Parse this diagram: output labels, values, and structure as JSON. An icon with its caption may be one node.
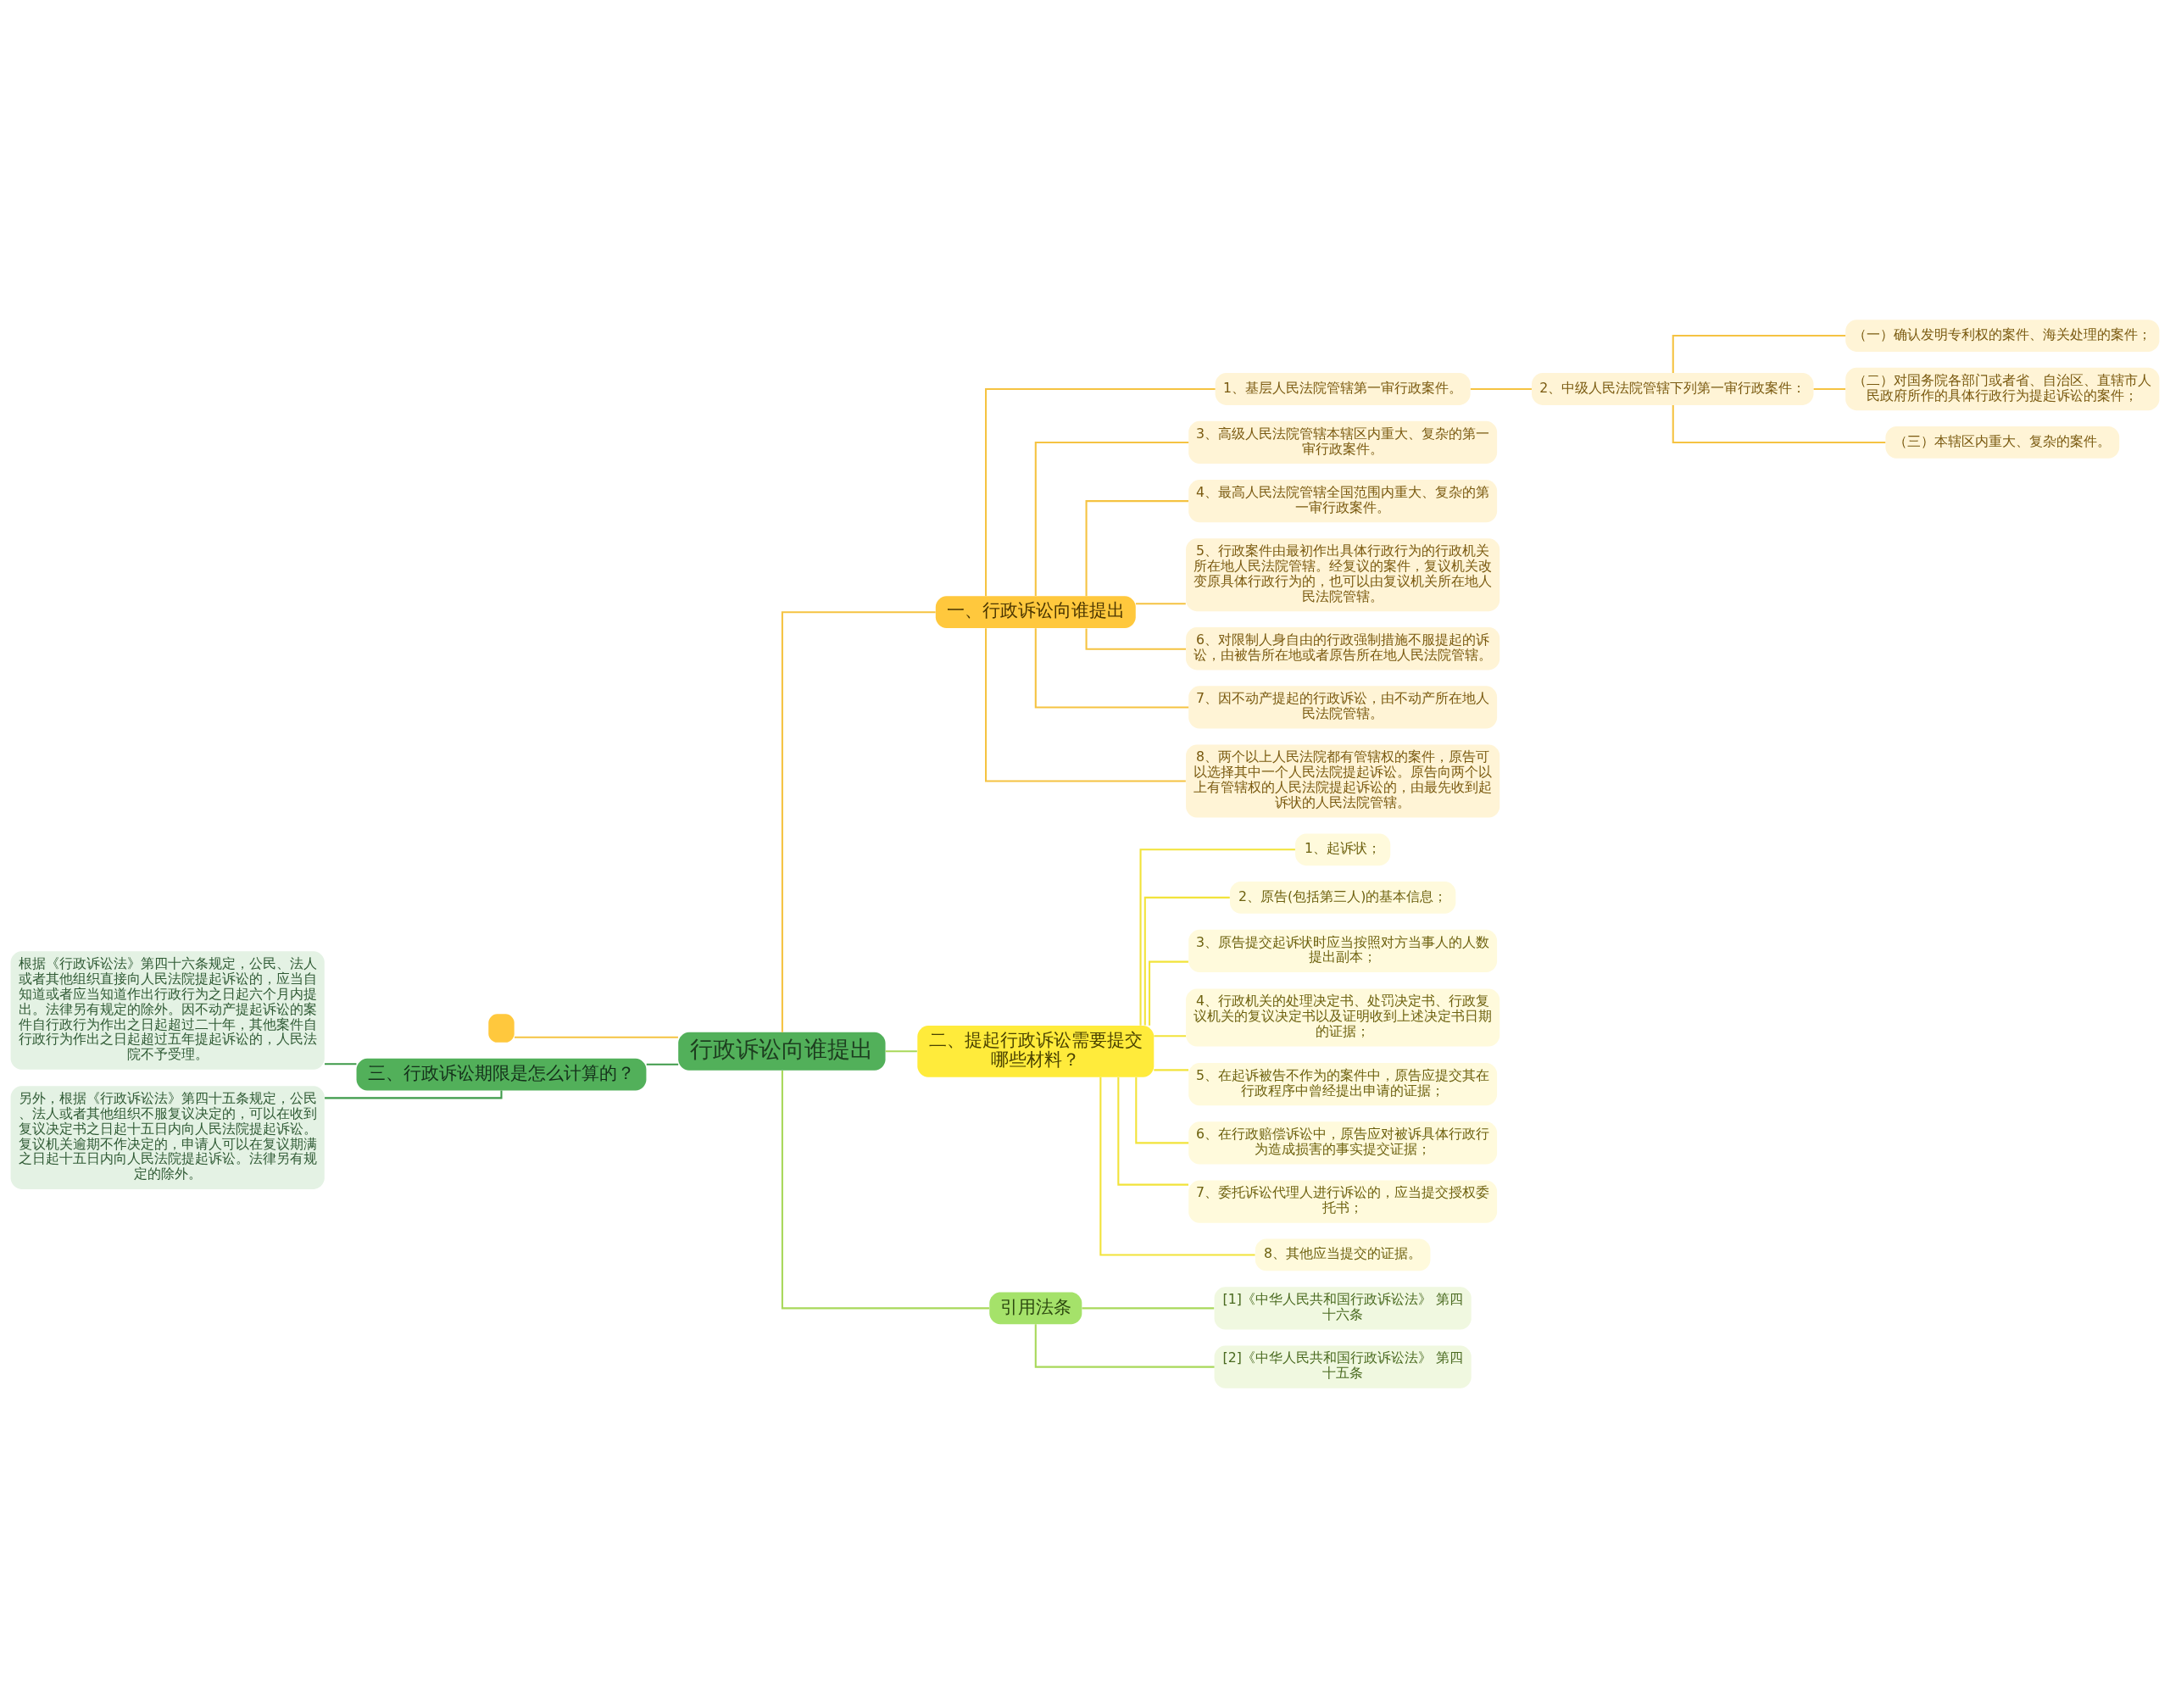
{
  "diagram": {
    "nodes": [
      {
        "text": [
          "行政诉讼向谁提出"
        ]
      },
      {
        "text": [
          "一、行政诉讼向谁提出"
        ]
      },
      {
        "text": [
          "1、基层人民法院管辖第一审行政案件。"
        ]
      },
      {
        "text": [
          "2、中级人民法院管辖下列第一审行政案件："
        ]
      },
      {
        "text": [
          "（一）确认发明专利权的案件、海关处理的案件；"
        ]
      },
      {
        "text": [
          "（二）对国务院各部门或者省、自治区、直辖市人民政府所作的具体行政行为提起诉讼的案件；"
        ]
      },
      {
        "text": [
          "（三）本辖区内重大、复杂的案件。"
        ]
      },
      {
        "text": [
          "3、高级人民法院管辖本辖区内重大、复杂的第一审行政案件。"
        ]
      },
      {
        "text": [
          "4、最高人民法院管辖全国范围内重大、复杂的第一审行政案件。"
        ]
      },
      {
        "text": [
          "5、行政案件由最初作出具体行政行为的行政机关所在地人民法院管辖。经复议的案件，复议机关改变原具体行政行为的，也可以由复议机关所在地人民法院管辖。"
        ]
      },
      {
        "text": [
          "6、对限制人身自由的行政强制措施不服提起的诉讼，由被告所在地或者原告所在地人民法院管辖。"
        ]
      },
      {
        "text": [
          "7、因不动产提起的行政诉讼，由不动产所在地人民法院管辖。"
        ]
      },
      {
        "text": [
          "8、两个以上人民法院都有管辖权的案件，原告可以选择其中一个人民法院提起诉讼。原告向两个以上有管辖权的人民法院提起诉讼的，由最先收到起诉状的人民法院管辖。"
        ]
      },
      {
        "text": [
          "二、提起行政诉讼需要提交哪些材料？"
        ]
      },
      {
        "text": [
          "1、起诉状；"
        ]
      },
      {
        "text": [
          "2、原告(包括第三人)的基本信息；"
        ]
      },
      {
        "text": [
          "3、原告提交起诉状时应当按照对方当事人的人数提出副本；"
        ]
      },
      {
        "text": [
          "4、行政机关的处理决定书、处罚决定书、行政复议机关的复议决定书以及证明收到上述决定书日期的证据；"
        ]
      },
      {
        "text": [
          "5、在起诉被告不作为的案件中，原告应提交其在行政程序中曾经提出申请的证据；"
        ]
      },
      {
        "text": [
          "6、在行政赔偿诉讼中，原告应对被诉具体行政行为造成损害的事实提交证据；"
        ]
      },
      {
        "text": [
          "7、委托诉讼代理人进行诉讼的，应当提交授权委托书；"
        ]
      },
      {
        "text": [
          "8、其他应当提交的证据。"
        ]
      },
      {
        "text": [
          "引用法条"
        ]
      },
      {
        "text": [
          "[1]《中华人民共和国行政诉讼法》 第四十六条"
        ]
      },
      {
        "text": [
          "[2]《中华人民共和国行政诉讼法》 第四十五条"
        ]
      },
      {
        "text": [],
        "shape": "box"
      },
      {
        "text": [
          "三、行政诉讼期限是怎么计算的？"
        ]
      },
      {
        "text": [
          "根据《行政诉讼法》第四十六条规定，公民、法人或者其他组织直接向人民法院提起诉讼的，应当自知道或者应当知道作出行政行为之日起六个月内提出。法律另有规定的除外。因不动产提起诉讼的案件自行政行为作出之日起超过二十年，其他案件自行政行为作出之日起超过五年提起诉讼的，人民法院不予受理。"
        ]
      },
      {
        "text": [
          "另外，根据《行政诉讼法》第四十五条规定，公民、法人或者其他组织不服复议决定的，可以在收到复议决定书之日起十五日内向人民法院提起诉讼。复议机关逾期不作决定的，申请人可以在复议期满之日起十五日内向人民法院提起诉讼。法律另有规定的除外。"
        ]
      }
    ],
    "edges": [
      {
        "from": 0,
        "to": 1,
        "arrow": "none"
      },
      {
        "from": 1,
        "to": 2,
        "arrow": "none"
      },
      {
        "from": 2,
        "to": 3,
        "arrow": "none"
      },
      {
        "from": 3,
        "to": 4,
        "arrow": "none"
      },
      {
        "from": 3,
        "to": 5,
        "arrow": "none"
      },
      {
        "from": 3,
        "to": 6,
        "arrow": "none"
      },
      {
        "from": 1,
        "to": 7,
        "arrow": "none"
      },
      {
        "from": 1,
        "to": 8,
        "arrow": "none"
      },
      {
        "from": 1,
        "to": 9,
        "arrow": "none"
      },
      {
        "from": 1,
        "to": 10,
        "arrow": "none"
      },
      {
        "from": 1,
        "to": 11,
        "arrow": "none"
      },
      {
        "from": 1,
        "to": 12,
        "arrow": "none"
      },
      {
        "from": 0,
        "to": 13,
        "arrow": "none",
        "color": "#a8d85a"
      },
      {
        "from": 13,
        "to": 14,
        "arrow": "none",
        "color": "#f2e33a"
      },
      {
        "from": 13,
        "to": 15,
        "arrow": "none",
        "color": "#f2e33a"
      },
      {
        "from": 13,
        "to": 16,
        "arrow": "none",
        "color": "#f2e33a"
      },
      {
        "from": 13,
        "to": 17,
        "arrow": "none",
        "color": "#f2e33a"
      },
      {
        "from": 13,
        "to": 18,
        "arrow": "none",
        "color": "#f2e33a"
      },
      {
        "from": 13,
        "to": 19,
        "arrow": "none",
        "color": "#f2e33a"
      },
      {
        "from": 13,
        "to": 20,
        "arrow": "none",
        "color": "#f2e33a"
      },
      {
        "from": 13,
        "to": 21,
        "arrow": "none",
        "color": "#f2e33a"
      },
      {
        "from": 0,
        "to": 22,
        "arrow": "none",
        "color": "#a8d85a"
      },
      {
        "from": 22,
        "to": 23,
        "arrow": "none",
        "color": "#a8d85a"
      },
      {
        "from": 22,
        "to": 24,
        "arrow": "none",
        "color": "#a8d85a"
      },
      {
        "from": 0,
        "to": 25,
        "arrow": "none"
      },
      {
        "from": 0,
        "to": 26,
        "arrow": "none",
        "color": "#3e9a4a"
      },
      {
        "from": 26,
        "to": 27,
        "arrow": "none",
        "color": "#3e9a4a"
      },
      {
        "from": 26,
        "to": 28,
        "arrow": "none",
        "color": "#3e9a4a"
      }
    ]
  }
}
